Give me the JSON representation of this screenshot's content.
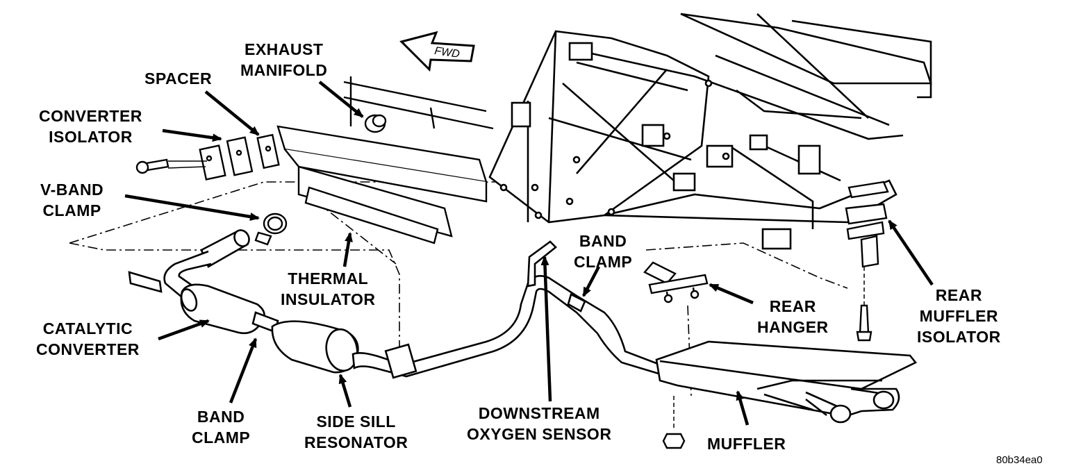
{
  "fwd_label": "FWD",
  "labels": {
    "exhaust_manifold": [
      "EXHAUST",
      "MANIFOLD"
    ],
    "spacer": [
      "SPACER"
    ],
    "converter_isolator": [
      "CONVERTER",
      "ISOLATOR"
    ],
    "v_band_clamp": [
      "V-BAND",
      "CLAMP"
    ],
    "thermal_insulator": [
      "THERMAL",
      "INSULATOR"
    ],
    "catalytic_converter": [
      "CATALYTIC",
      "CONVERTER"
    ],
    "band_clamp_front": [
      "BAND",
      "CLAMP"
    ],
    "side_sill_resonator": [
      "SIDE SILL",
      "RESONATOR"
    ],
    "downstream_oxygen_sensor": [
      "DOWNSTREAM",
      "OXYGEN SENSOR"
    ],
    "band_clamp_rear": [
      "BAND",
      "CLAMP"
    ],
    "rear_hanger": [
      "REAR",
      "HANGER"
    ],
    "muffler": [
      "MUFFLER"
    ],
    "rear_muffler_isolator": [
      "REAR",
      "MUFFLER",
      "ISOLATOR"
    ]
  },
  "figure_code": "80b34ea0"
}
